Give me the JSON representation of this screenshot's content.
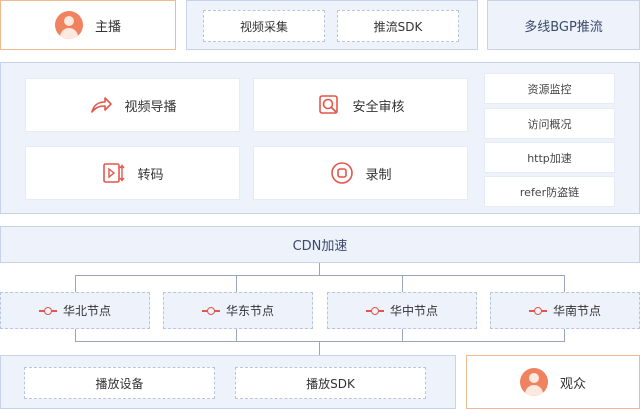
{
  "top": {
    "streamer_label": "主播",
    "capture_label": "视频采集",
    "push_sdk_label": "推流SDK",
    "bgp_label": "多线BGP推流"
  },
  "services": {
    "guide_label": "视频导播",
    "audit_label": "安全审核",
    "transcode_label": "转码",
    "record_label": "录制"
  },
  "side_list": [
    "资源监控",
    "访问概况",
    "http加速",
    "refer防盗链"
  ],
  "cdn": {
    "label": "CDN加速"
  },
  "nodes": [
    "华北节点",
    "华东节点",
    "华中节点",
    "华南节点"
  ],
  "bottom": {
    "device_label": "播放设备",
    "play_sdk_label": "播放SDK",
    "viewer_label": "观众"
  }
}
